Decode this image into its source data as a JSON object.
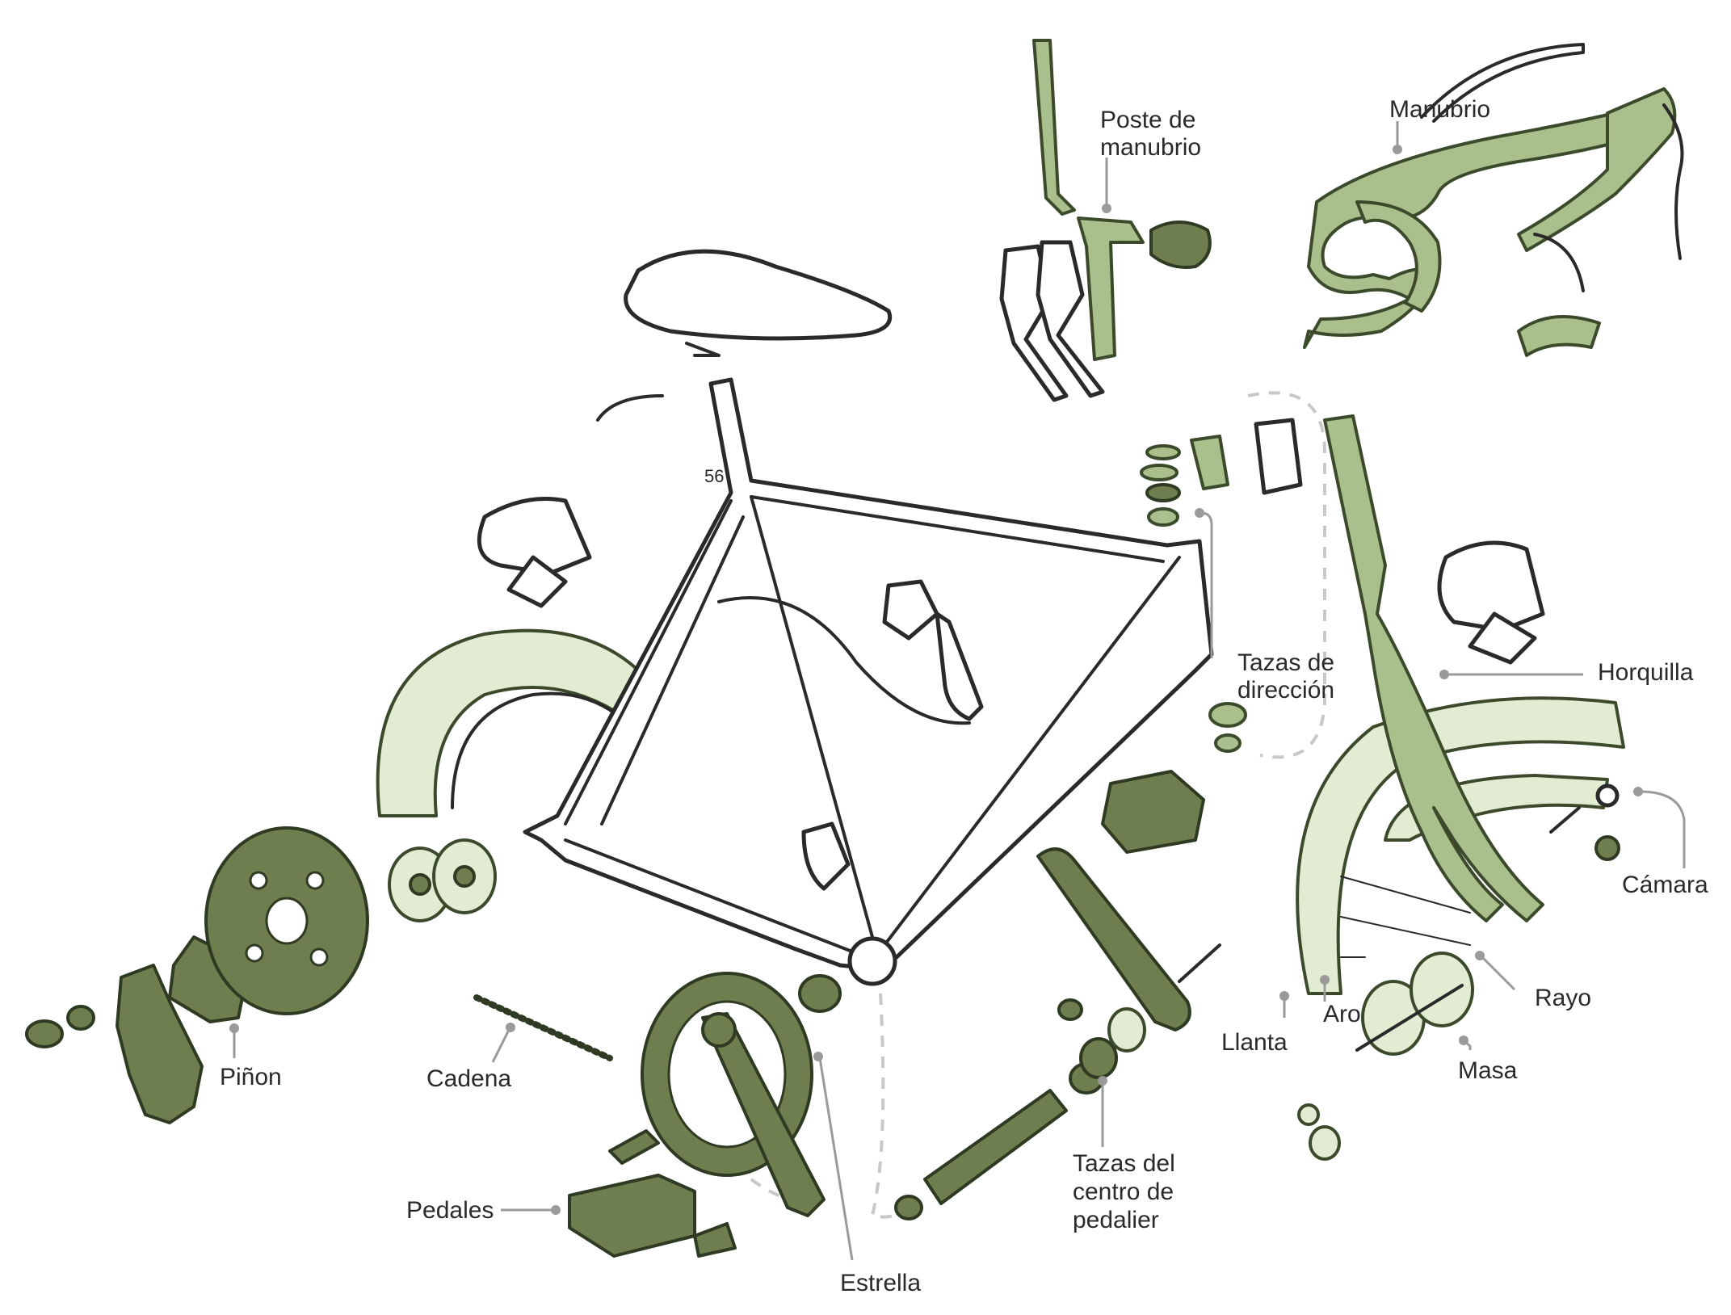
{
  "diagram": {
    "labels": {
      "poste_de_manubrio": [
        "Poste de",
        "manubrio"
      ],
      "manubrio": "Manubrio",
      "tazas_de_direccion": [
        "Tazas de",
        "dirección"
      ],
      "horquilla": "Horquilla",
      "camara": "Cámara",
      "rayo": "Rayo",
      "aro": "Aro",
      "llanta": "Llanta",
      "masa": "Masa",
      "tazas_del_centro": [
        "Tazas del",
        "centro de",
        "pedalier"
      ],
      "estrella": "Estrella",
      "pedales": "Pedales",
      "cadena": "Cadena",
      "pinon": "Piñon"
    },
    "frame_marking": "56",
    "colors": {
      "dark_green": "#6f7e4f",
      "mid_green": "#a9bf8c",
      "light_green": "#e2ecd3",
      "ink": "#2a2a2a",
      "leader": "#9a9a9a"
    }
  }
}
